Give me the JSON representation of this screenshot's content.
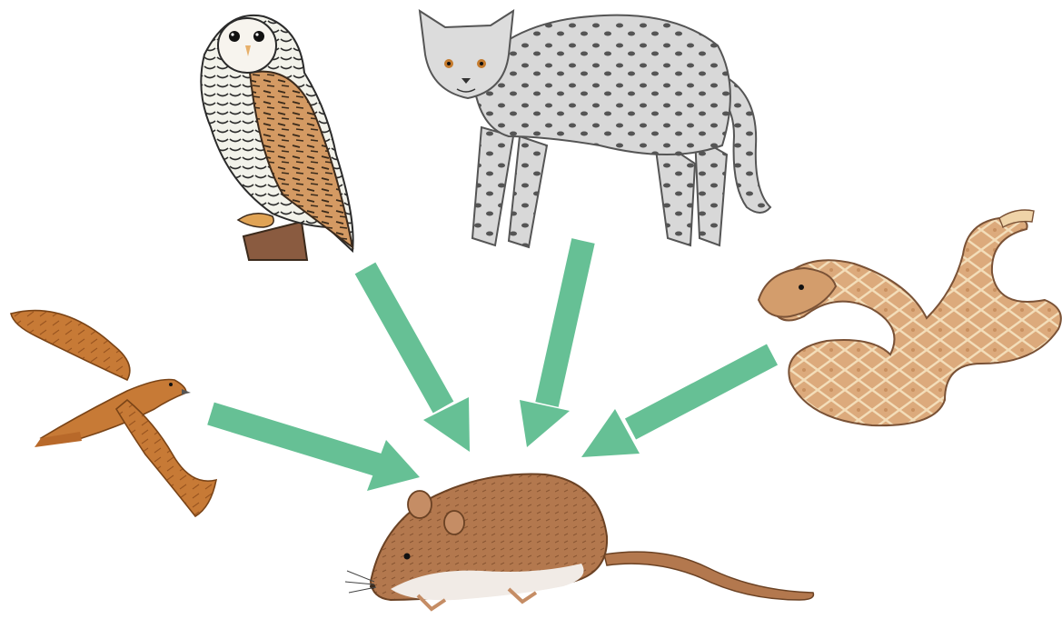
{
  "diagram": {
    "nodes": [
      {
        "id": "owl",
        "icon": "owl-icon"
      },
      {
        "id": "cat",
        "icon": "wild-cat-icon"
      },
      {
        "id": "hawk",
        "icon": "hawk-icon"
      },
      {
        "id": "snake",
        "icon": "rattlesnake-icon"
      },
      {
        "id": "mouse",
        "icon": "mouse-icon"
      }
    ],
    "edges": [
      {
        "from": "hawk",
        "to": "mouse"
      },
      {
        "from": "owl",
        "to": "mouse"
      },
      {
        "from": "cat",
        "to": "mouse"
      },
      {
        "from": "snake",
        "to": "mouse"
      }
    ]
  },
  "colors": {
    "arrow": "#66c095",
    "owl_body": "#f2f2ea",
    "owl_wing": "#d49a63",
    "cat_fur": "#d8d8d8",
    "cat_spots": "#555555",
    "hawk": "#c77a36",
    "snake": "#dcaa7c",
    "snake_pattern": "#f3ddb9",
    "mouse": "#b3784e",
    "mouse_belly": "#f1ebe6",
    "outline": "#3b2a1c"
  }
}
